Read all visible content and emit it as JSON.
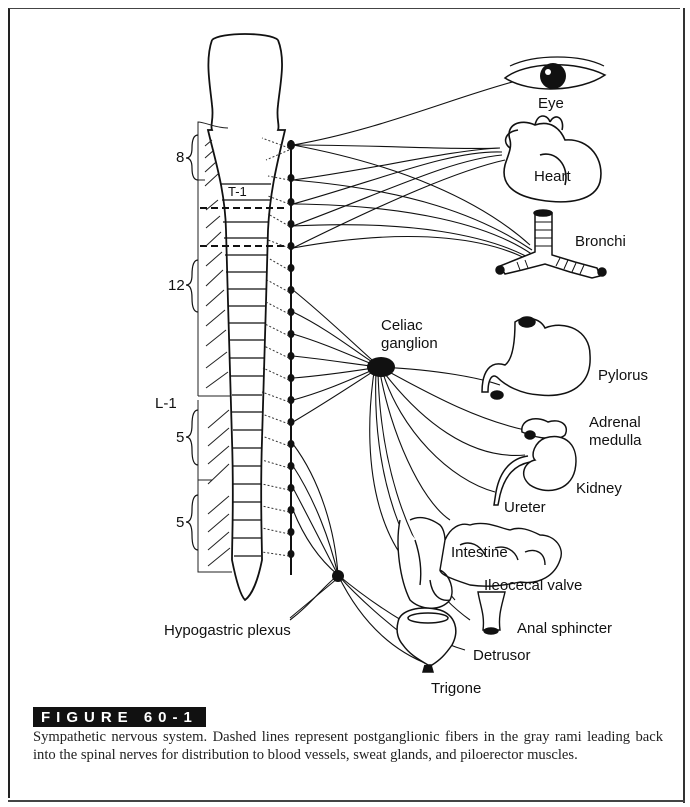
{
  "figure": {
    "tag": "FIGURE 60-1",
    "caption": "Sympathetic nervous system. Dashed lines represent postganglionic fibers in the gray rami leading back into the spinal nerves for distribution to blood vessels, sweat glands, and piloerector muscles."
  },
  "diagram": {
    "spinal_labels": {
      "c8": "8",
      "t1": "T-1",
      "t12": "12",
      "l1": "L-1",
      "l5": "5",
      "s5": "5"
    },
    "organs": {
      "eye": "Eye",
      "heart": "Heart",
      "bronchi": "Bronchi",
      "celiac": [
        "Celiac",
        "ganglion"
      ],
      "pylorus": "Pylorus",
      "adrenal": [
        "Adrenal",
        "medulla"
      ],
      "kidney": "Kidney",
      "ureter": "Ureter",
      "intestine": "Intestine",
      "ileocecal": "Ileocecal valve",
      "anal": "Anal sphincter",
      "hypogastric": "Hypogastric plexus",
      "detrusor": "Detrusor",
      "trigone": "Trigone"
    }
  }
}
